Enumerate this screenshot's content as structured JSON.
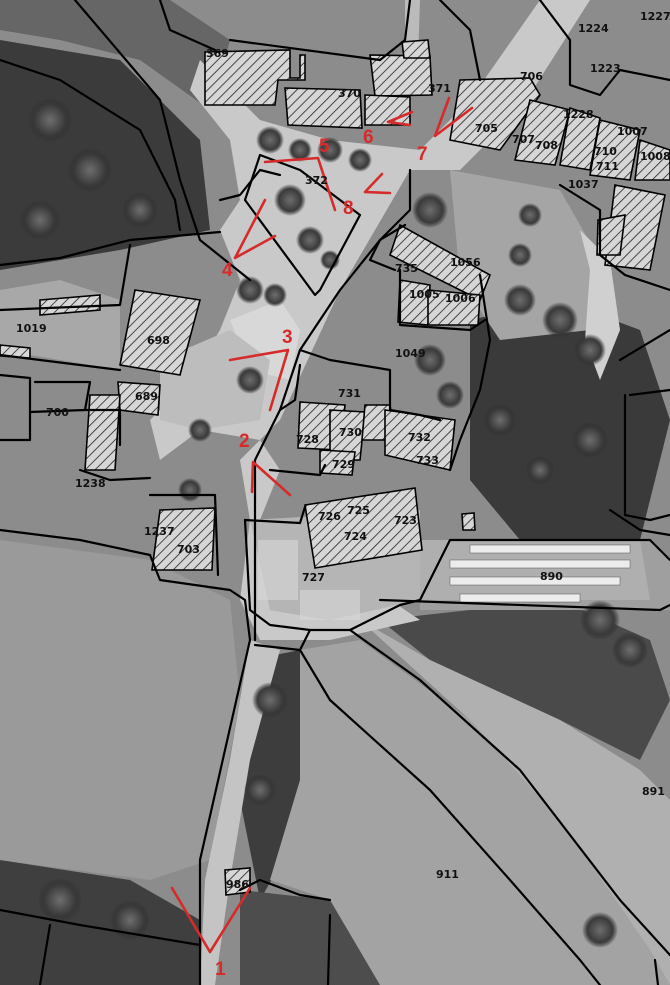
{
  "map": {
    "view_points": [
      {
        "id": "vp-1",
        "label": "1"
      },
      {
        "id": "vp-2",
        "label": "2"
      },
      {
        "id": "vp-3",
        "label": "3"
      },
      {
        "id": "vp-4",
        "label": "4"
      },
      {
        "id": "vp-5",
        "label": "5"
      },
      {
        "id": "vp-6",
        "label": "6"
      },
      {
        "id": "vp-7",
        "label": "7"
      },
      {
        "id": "vp-8",
        "label": "8"
      }
    ],
    "parcels": [
      "369",
      "370",
      "371",
      "372",
      "705",
      "706",
      "707",
      "708",
      "710",
      "711",
      "1007",
      "1008",
      "1037",
      "1223",
      "1224",
      "1227",
      "1228",
      "1056",
      "1005",
      "1006",
      "735",
      "1049",
      "698",
      "689",
      "700",
      "1238",
      "731",
      "730",
      "728",
      "729",
      "732",
      "733",
      "726",
      "725",
      "723",
      "724",
      "727",
      "703",
      "1237",
      "890",
      "891",
      "911",
      "1019",
      "986"
    ],
    "colors": {
      "view_marks": "#d62b2b",
      "boundaries": "#000000"
    }
  }
}
